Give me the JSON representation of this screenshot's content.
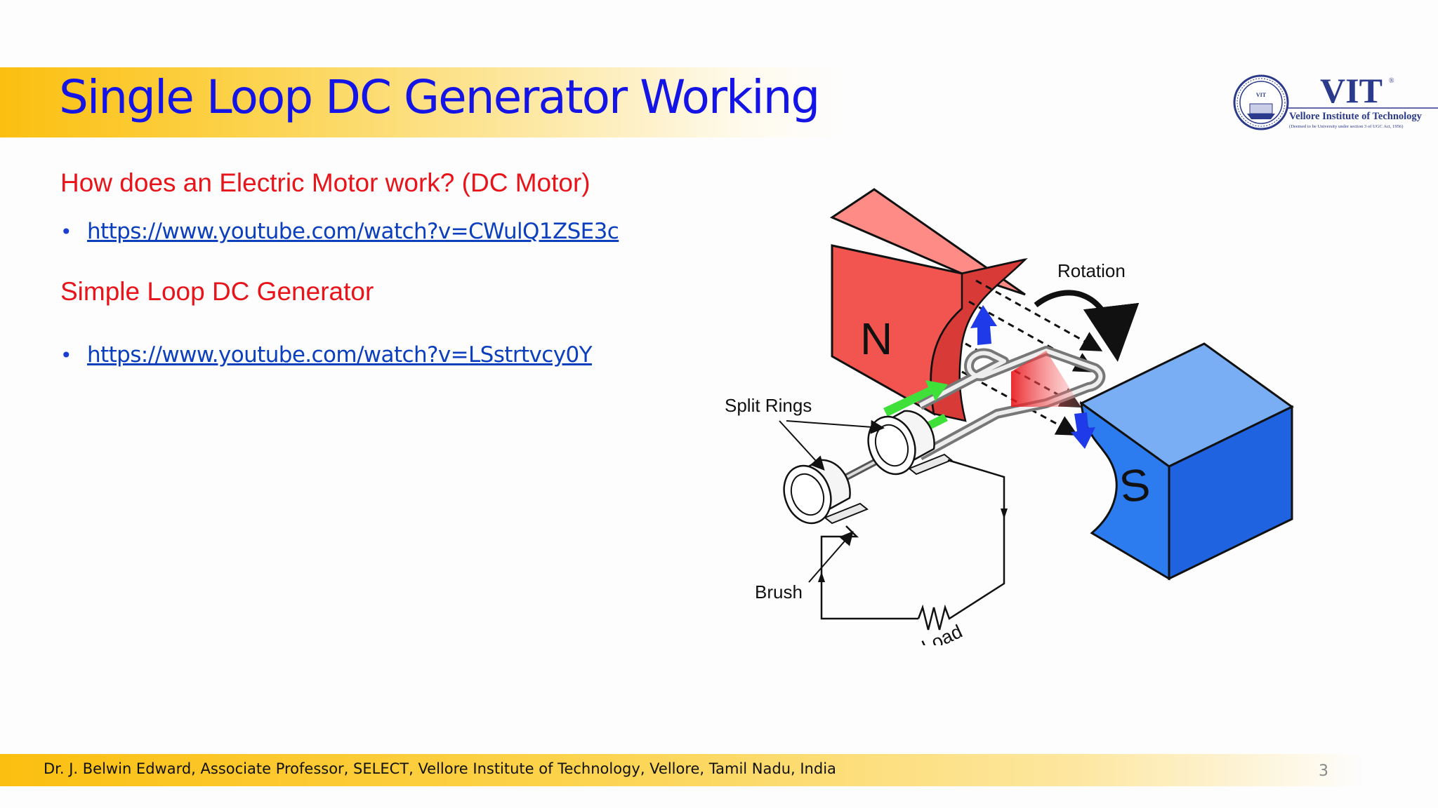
{
  "slide": {
    "title": "Single Loop DC Generator Working",
    "page_number": "3"
  },
  "logo": {
    "name": "VIT",
    "registered_mark": "®",
    "full_name": "Vellore Institute of Technology",
    "tagline": "(Deemed to be University under section 3 of UGC Act, 1956)",
    "seal_label": "VIT"
  },
  "content": {
    "heading_1": "How does an Electric Motor work? (DC Motor)",
    "link_1": "https://www.youtube.com/watch?v=CWulQ1ZSE3c",
    "heading_2": "Simple Loop DC Generator",
    "link_2": "https://www.youtube.com/watch?v=LSstrtvcy0Y",
    "bullet": "•"
  },
  "diagram": {
    "north_label": "N",
    "south_label": "S",
    "rotation_label": "Rotation",
    "split_rings_label": "Split Rings",
    "brush_label": "Brush",
    "load_label": "Load",
    "colors": {
      "north": "#f0524f",
      "south": "#2a78ea",
      "current_arrow": "#3fe03a",
      "force_arrow": "#1f3ae8",
      "loop_glow": "#e8141a"
    }
  },
  "footer": {
    "text": "Dr. J. Belwin Edward, Associate Professor, SELECT, Vellore Institute of Technology, Vellore, Tamil Nadu, India"
  }
}
